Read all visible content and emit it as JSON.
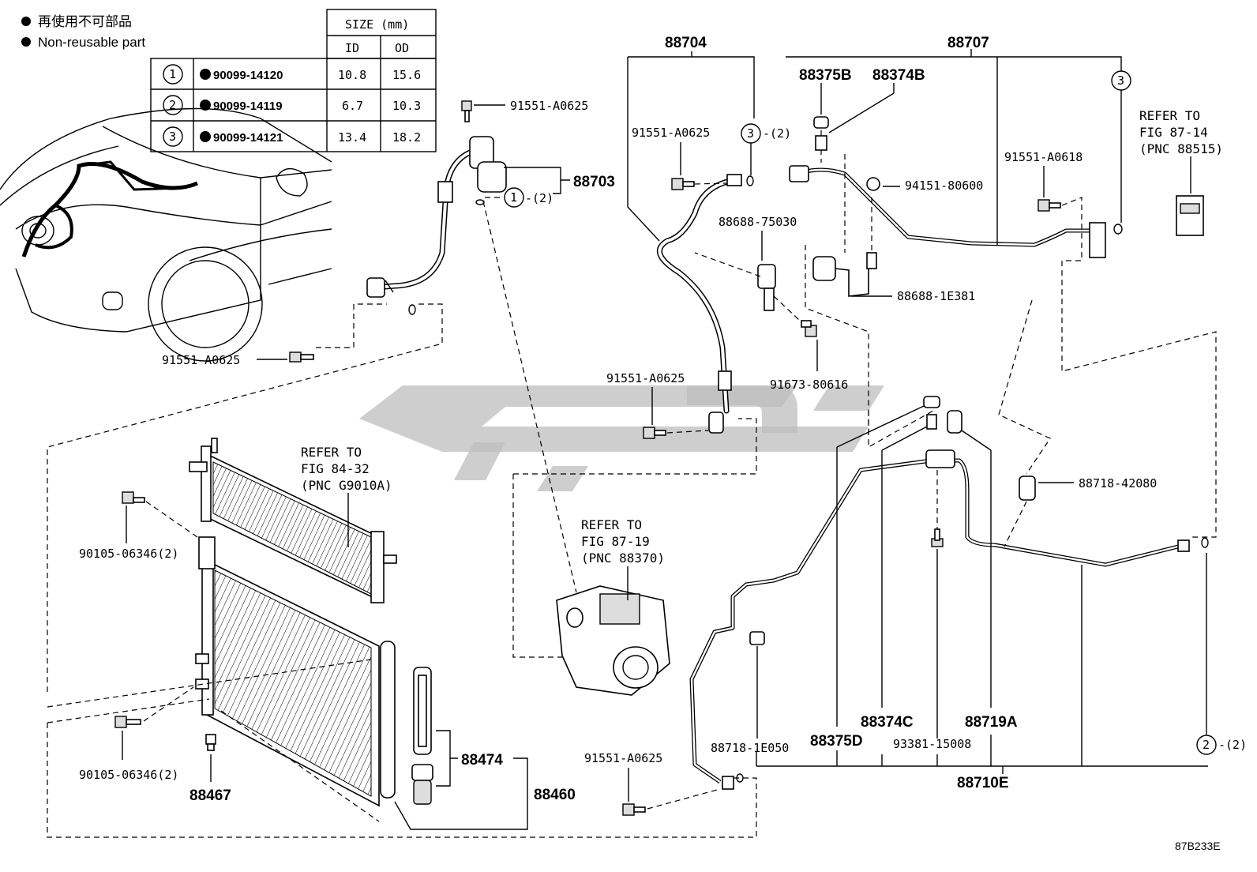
{
  "legend": {
    "line_jp": "再使用不可部品",
    "line_en": "Non-reusable part"
  },
  "size_table": {
    "title": "SIZE (mm)",
    "col_id": "ID",
    "col_od": "OD",
    "rows": [
      {
        "num": "1",
        "part": "90099-14120",
        "id": "10.8",
        "od": "15.6"
      },
      {
        "num": "2",
        "part": "90099-14119",
        "id": "6.7",
        "od": "10.3"
      },
      {
        "num": "3",
        "part": "90099-14121",
        "id": "13.4",
        "od": "18.2"
      }
    ]
  },
  "labels": {
    "p88704": "88704",
    "p88707": "88707",
    "p88375B": "88375B",
    "p88374B": "88374B",
    "p91551_A0625_top": "91551-A0625",
    "p91551_A0625_mid": "91551-A0625",
    "p91551_A0625_left": "91551-A0625",
    "p91551_A0625_lower": "91551-A0625",
    "p91551_A0625_bottom": "91551-A0625",
    "p91551_A0618": "91551-A0618",
    "p88703": "88703",
    "p94151": "94151-80600",
    "p88688_75030": "88688-75030",
    "p88688_1E381": "88688-1E381",
    "p91673": "91673-80616",
    "p88718_42080": "88718-42080",
    "p90105_a": "90105-06346(2)",
    "p90105_b": "90105-06346(2)",
    "p88467": "88467",
    "p88474": "88474",
    "p88460": "88460",
    "p88718_1E050": "88718-1E050",
    "p88375D": "88375D",
    "p88374C": "88374C",
    "p93381": "93381-15008",
    "p88719A": "88719A",
    "p88710E": "88710E",
    "circ_qty": "-(2)",
    "circ_qty_b": "-(2)",
    "circ_qty_c": "-(2)",
    "c1": "1",
    "c2": "2",
    "c3a": "3",
    "c3b": "3"
  },
  "refs": {
    "ref_87_14": [
      "REFER TO",
      "FIG 87-14",
      "(PNC 88515)"
    ],
    "ref_84_32": [
      "REFER TO",
      "FIG 84-32",
      "(PNC G9010A)"
    ],
    "ref_87_19": [
      "REFER TO",
      "FIG 87-19",
      "(PNC 88370)"
    ]
  },
  "figure_code": "87B233E"
}
